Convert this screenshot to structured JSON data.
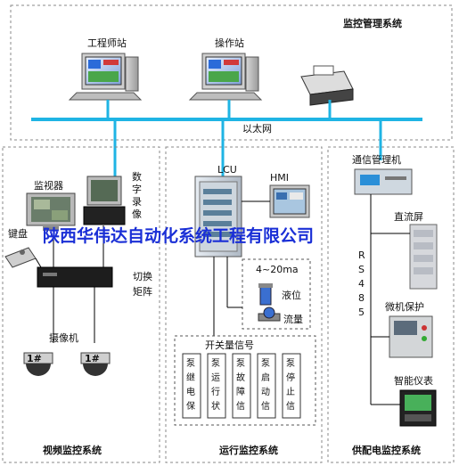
{
  "colors": {
    "network": "#1fb4e4",
    "banner": "#1a2fd6",
    "dashed_border": "#888888"
  },
  "top": {
    "system_title": "监控管理系统",
    "engineer_station": "工程师站",
    "operator_station": "操作站",
    "network_label": "以太网"
  },
  "video": {
    "title": "视频监控系统",
    "monitor": "监视器",
    "dvr": [
      "数",
      "字",
      "录",
      "像"
    ],
    "keyboard": "键盘",
    "switch_matrix": [
      "切换",
      "矩阵"
    ],
    "cameras_label": "摄像机",
    "camera_tags": [
      "1#",
      "1#"
    ]
  },
  "ops": {
    "title": "运行监控系统",
    "lcu": "LCU",
    "hmi": "HMI",
    "analog_range": "4~20ma",
    "level": "液位",
    "flow": "流量",
    "switch_signals": "开关量信号",
    "signal_columns": [
      [
        "泵",
        "继",
        "电",
        "保"
      ],
      [
        "泵",
        "运",
        "行",
        "状"
      ],
      [
        "泵",
        "故",
        "障",
        "信"
      ],
      [
        "泵",
        "启",
        "动",
        "信"
      ],
      [
        "泵",
        "停",
        "止",
        "信"
      ]
    ]
  },
  "power": {
    "title": "供配电监控系统",
    "comm_manager": "通信管理机",
    "dc_panel": "直流屏",
    "rs485": [
      "R",
      "S",
      "4",
      "8",
      "5"
    ],
    "microprotect": "微机保护",
    "smart_meter": "智能仪表"
  },
  "watermark": "陕西华伟达自动化系统工程有限公司"
}
